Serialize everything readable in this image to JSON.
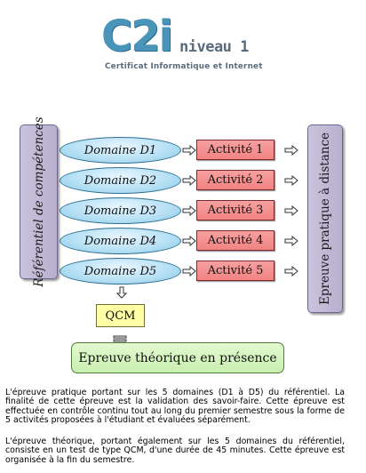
{
  "logo": {
    "mark": "C2i",
    "level": "niveau 1",
    "subtitle": "Certificat Informatique et Internet"
  },
  "diagram": {
    "referentiel": "Référentiel de compétences",
    "domaines": [
      "Domaine D1",
      "Domaine D2",
      "Domaine D3",
      "Domaine D4",
      "Domaine D5"
    ],
    "activites": [
      "Activité 1",
      "Activité 2",
      "Activité 3",
      "Activité 4",
      "Activité 5"
    ],
    "epreuve_distance": "Epreuve pratique à distance",
    "qcm": "QCM",
    "epreuve_theorique": "Epreuve théorique en présence"
  },
  "colors": {
    "domaine": "#b8e1f5",
    "activite": "#f28383",
    "side_box": "#c1b9d5",
    "qcm": "#ffffa6",
    "theorique": "#d4f3bd",
    "arrow_fill": "#ffffff",
    "arrow_stroke": "#333333"
  },
  "text": {
    "paragraph1": "L'épreuve pratique portant sur les 5 domaines (D1 à D5) du référentiel. La finalité de cette épreuve est la validation des savoir-faire. Cette épreuve est effectuée en contrôle continu tout au long du premier semestre sous la forme de 5 activités proposées à l'étudiant et évaluées séparément.",
    "paragraph2": "L'épreuve théorique, portant également sur les 5 domaines du référentiel, consiste en un test de type QCM, d'une durée de 45 minutes. Cette épreuve est organisée à la fin du semestre."
  }
}
